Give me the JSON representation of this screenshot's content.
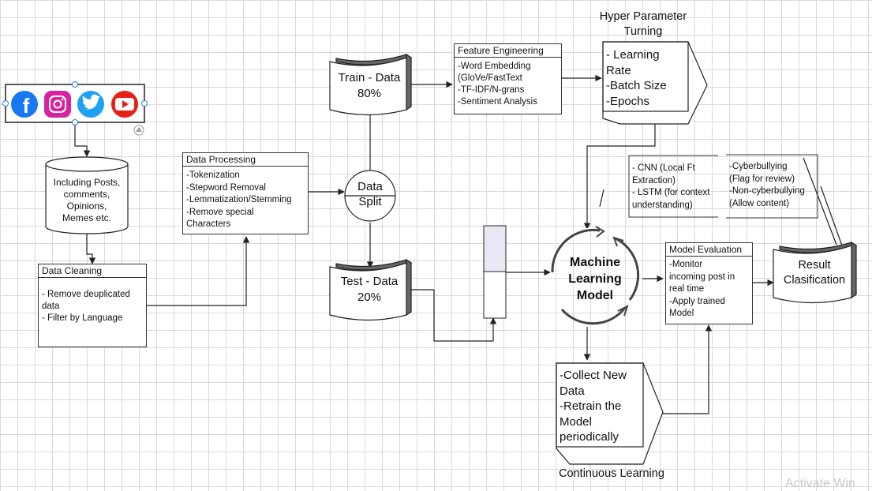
{
  "social_icons": [
    {
      "name": "facebook-icon",
      "color": "#1877f2"
    },
    {
      "name": "instagram-icon",
      "color": "#d6249f"
    },
    {
      "name": "twitter-icon",
      "color": "#1da1f2"
    },
    {
      "name": "youtube-icon",
      "color": "#ff0000"
    }
  ],
  "database": {
    "lines": [
      "Including Posts,",
      "comments,",
      "Opinions,",
      "Memes etc."
    ]
  },
  "data_cleaning": {
    "title": "Data Cleaning",
    "lines": [
      "- Remove deuplicated",
      "data",
      "- Filter by Language"
    ]
  },
  "data_processing": {
    "title": "Data Processing",
    "lines": [
      "-Tokenization",
      "-Stepword Removal",
      "-Lemmatization/Stemming",
      "-Remove special",
      "Characters"
    ]
  },
  "data_split": {
    "lines": [
      "Data",
      "Split"
    ]
  },
  "train_data": {
    "lines": [
      "Train - Data",
      "80%"
    ]
  },
  "test_data": {
    "lines": [
      "Test - Data",
      "20%"
    ]
  },
  "feature_engineering": {
    "title": "Feature Engineering",
    "lines": [
      "-Word Embedding",
      "(GloVe/FastText",
      "-TF-IDF/N-grans",
      "-Sentiment Analysis"
    ]
  },
  "hyper_parameter": {
    "title_lines": [
      "Hyper Parameter",
      "Turning"
    ],
    "lines": [
      "- Learning",
      "Rate",
      "-Batch Size",
      "-Epochs"
    ]
  },
  "model_notes": {
    "lines": [
      "- CNN (Local Ft",
      "Extraction)",
      "- LSTM (for context",
      "understanding)"
    ]
  },
  "classes_notes": {
    "lines": [
      "-Cyberbullying",
      "(Flag for review)",
      "-Non-cyberbullying",
      "(Allow content)"
    ]
  },
  "ml_model": {
    "lines": [
      "Machine",
      "Learning",
      "Model"
    ]
  },
  "model_evaluation": {
    "title": "Model Evaluation",
    "lines": [
      "-Monitor",
      "incoming post in",
      "real time",
      "-Apply trained",
      "Model"
    ]
  },
  "result": {
    "lines": [
      "Result",
      "Clasification"
    ]
  },
  "continuous_learning": {
    "caption": "Continuous Learning",
    "lines": [
      "-Collect New",
      "Data",
      "-Retrain the",
      "Model",
      "periodically"
    ]
  },
  "watermark": "Activate Win",
  "colors": {
    "stroke": "#333333",
    "handle": "#2f7ed8",
    "queue_top": "#e8e8f4"
  }
}
